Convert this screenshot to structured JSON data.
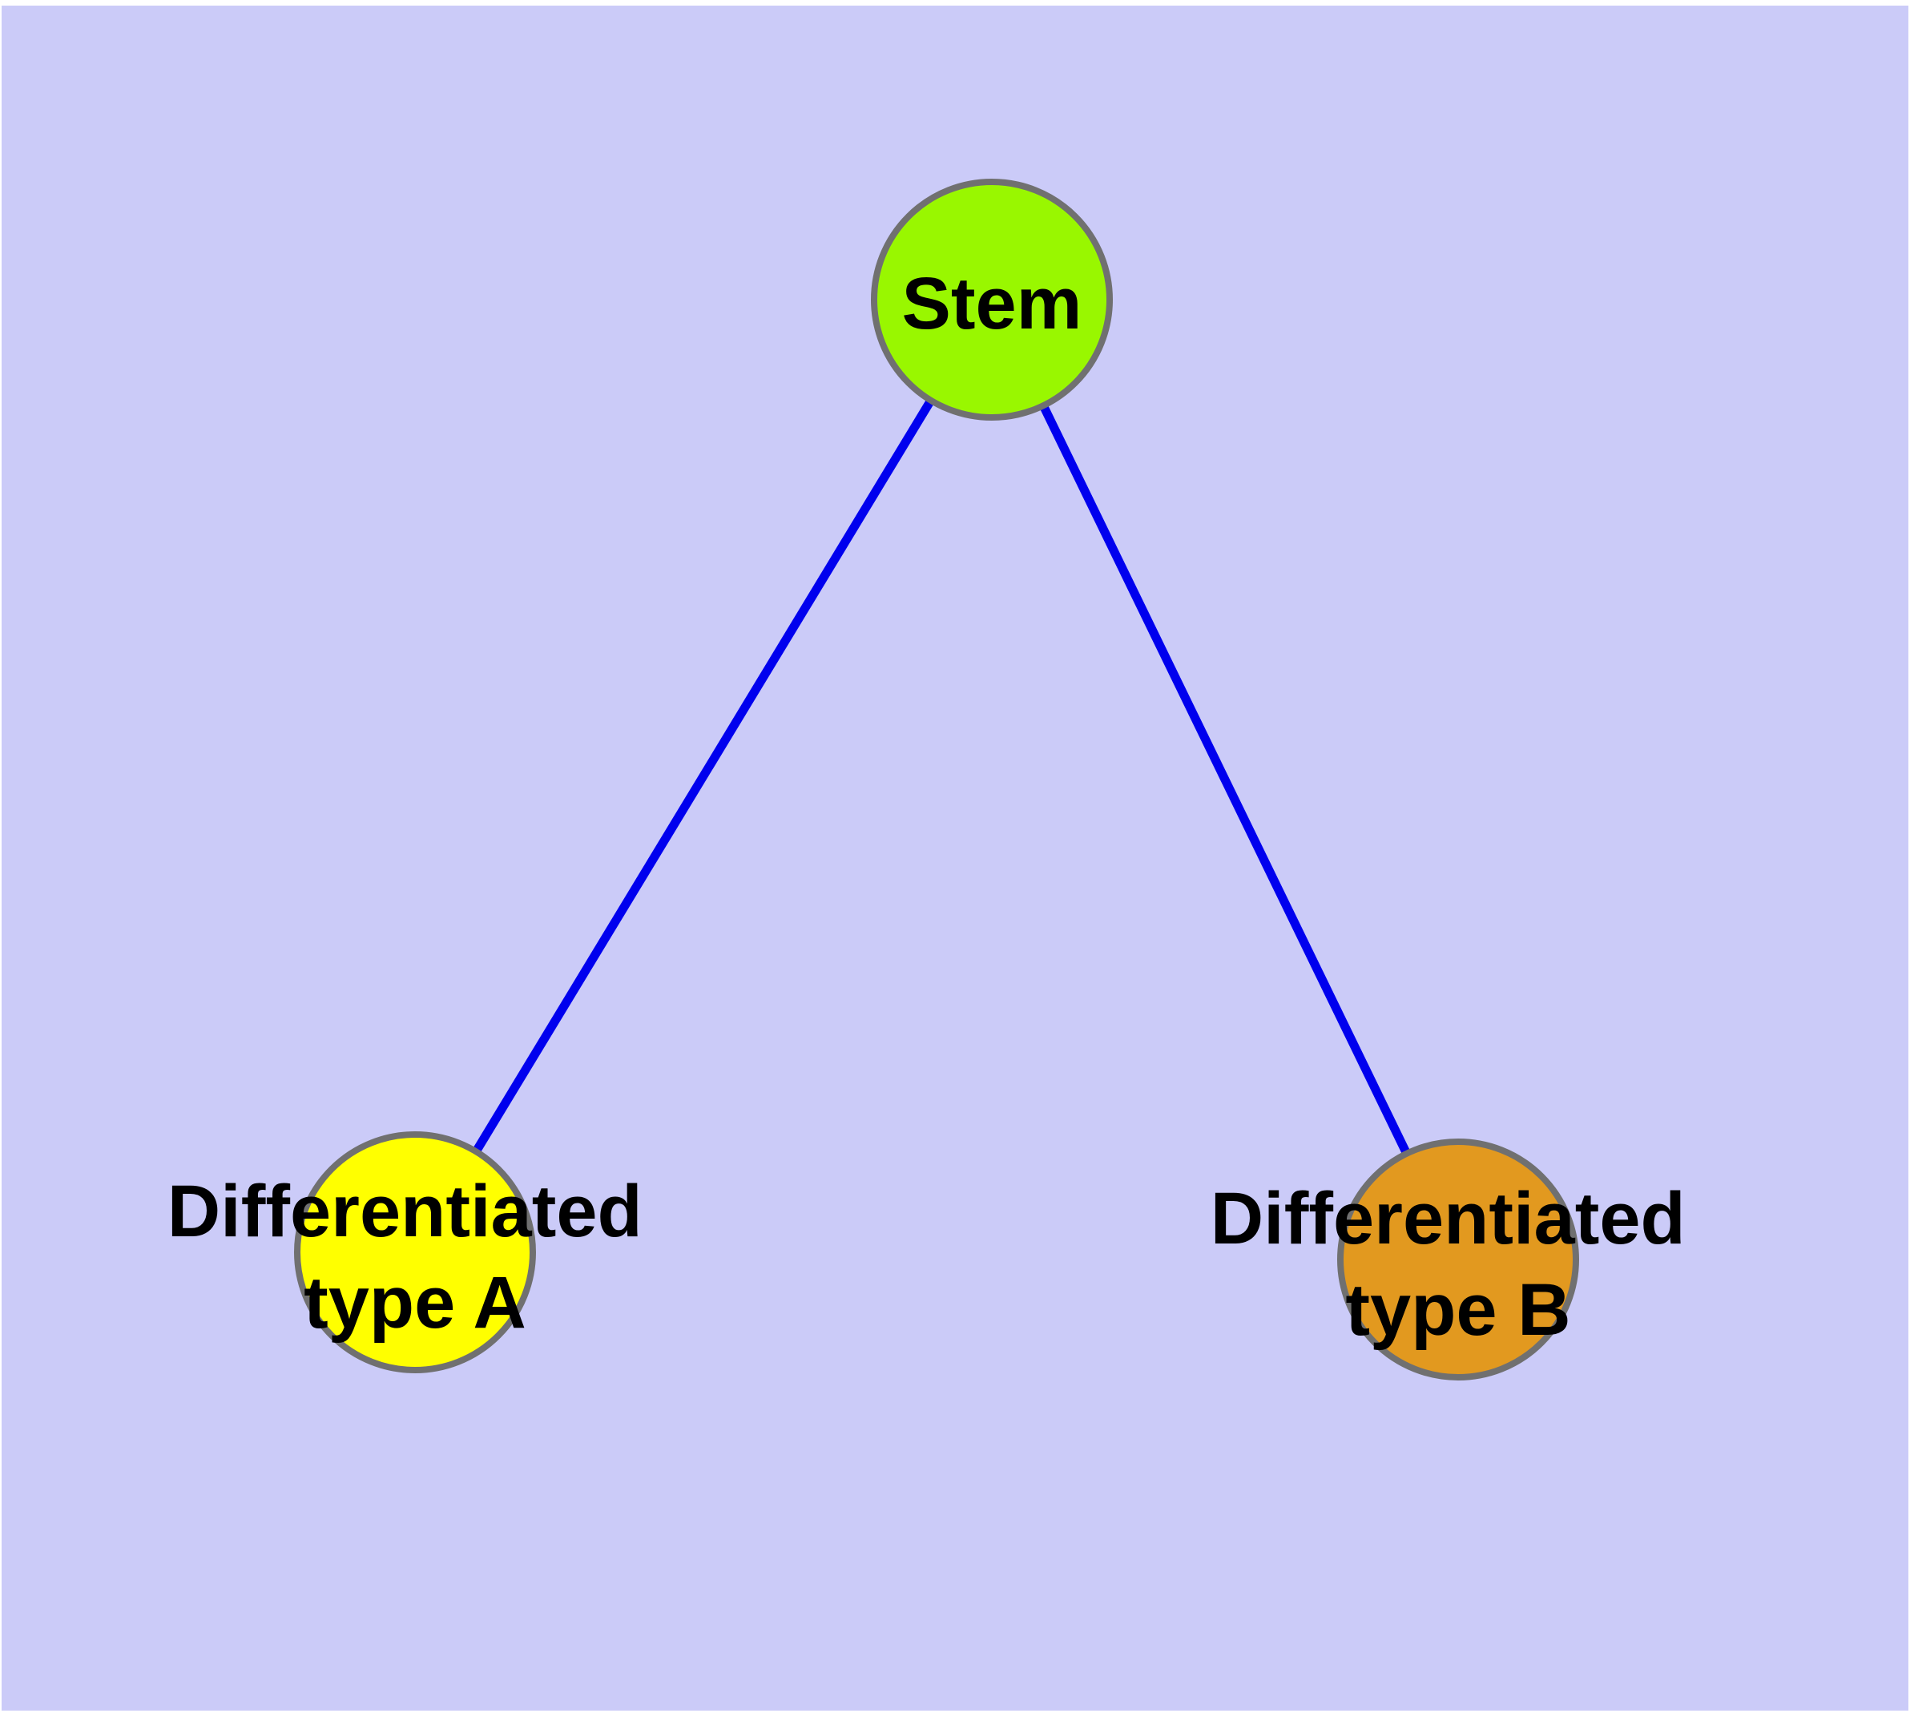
{
  "figure": {
    "background_color": "#CBCBF8",
    "margin_color": "#FFFFFF"
  },
  "graph": {
    "edge_color": "#0000EE",
    "node_border_color": "#707070",
    "label_color": "#000000",
    "nodes": [
      {
        "id": "stem",
        "label": "Stem",
        "color": "#99F700"
      },
      {
        "id": "differentiated-type-a",
        "label": "Differentiated type A",
        "label_lines": [
          "Differentiated",
          "type A"
        ],
        "color": "#FFFF00"
      },
      {
        "id": "differentiated-type-b",
        "label": "Differentiated type B",
        "label_lines": [
          "Differentiated",
          "type B"
        ],
        "color": "#E2991F"
      }
    ],
    "edges": [
      {
        "from": "stem",
        "to": "differentiated-type-a"
      },
      {
        "from": "stem",
        "to": "differentiated-type-b"
      }
    ]
  }
}
